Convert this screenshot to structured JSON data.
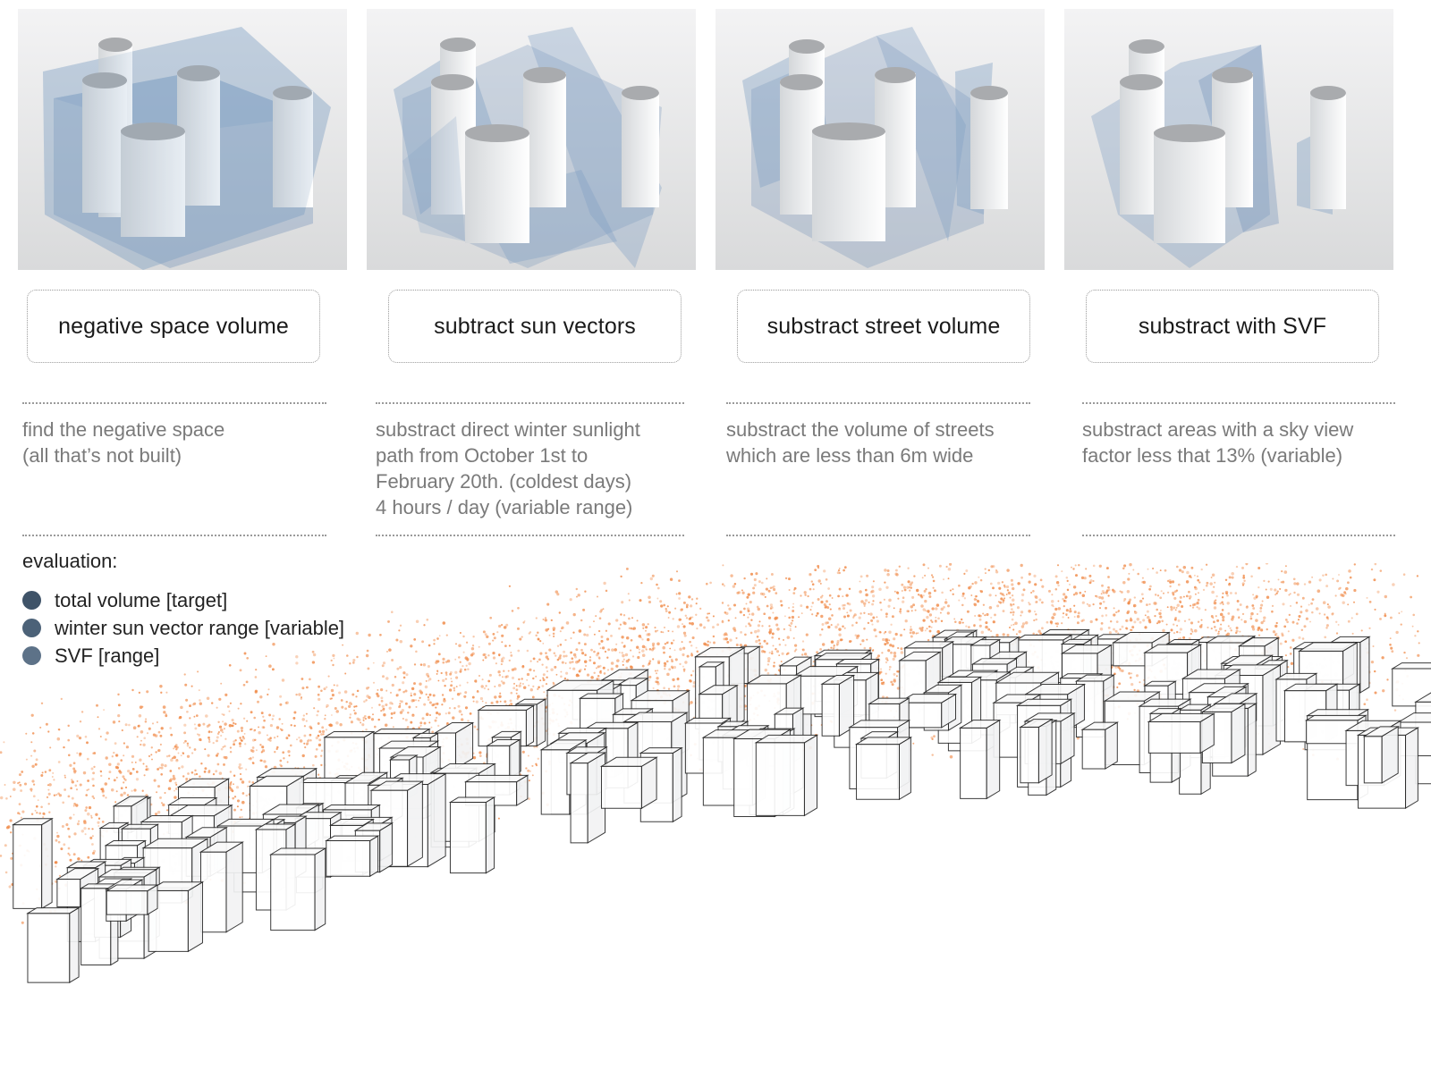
{
  "steps": [
    {
      "label": "negative space volume",
      "description": [
        "find the negative space",
        "(all that’s not built)"
      ]
    },
    {
      "label": "subtract sun vectors",
      "description": [
        "substract direct winter sunlight",
        "path from October 1st to",
        "February 20th. (coldest days)",
        "4 hours / day (variable range)"
      ]
    },
    {
      "label": "substract street volume",
      "description": [
        "substract the volume of streets",
        "which are less than 6m wide"
      ]
    },
    {
      "label": "substract with SVF",
      "description": [
        "substract areas with a sky view",
        "factor less that 13% (variable)"
      ]
    }
  ],
  "evaluation": {
    "title": "evaluation:",
    "items": [
      {
        "label": "total volume [target]",
        "color": "#3f5368"
      },
      {
        "label": "winter sun vector range [variable]",
        "color": "#4c6278"
      },
      {
        "label": "SVF [range]",
        "color": "#5d7288"
      }
    ]
  },
  "colors": {
    "volume_blue": "#7f9fc3",
    "point_orange": "#f08a48",
    "building_white": "#f4f5f6",
    "roof_grey": "#a9abae"
  }
}
